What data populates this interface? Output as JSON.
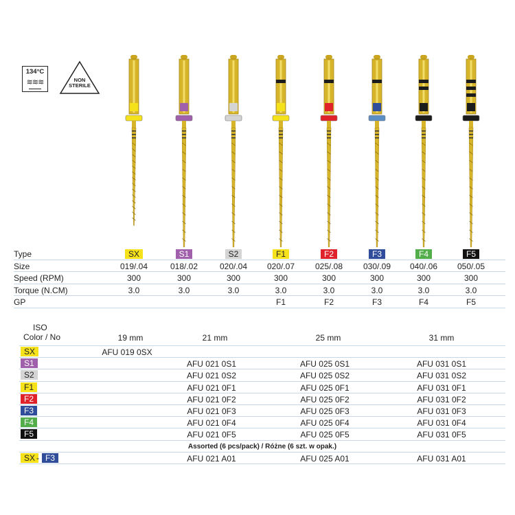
{
  "symbols": {
    "autoclave_temp": "134°C",
    "autoclave_steam": "≋≋≋",
    "nonsterile_line1": "NON",
    "nonsterile_line2": "STERILE"
  },
  "colors": {
    "SX": "#f6e21a",
    "S1": "#a160ac",
    "S2": "#d4d4d4",
    "F1": "#f6e21a",
    "F2": "#e0232b",
    "F3": "#2f4d9a",
    "F4": "#52ad4a",
    "F5": "#111111",
    "gold": "#d7b52a",
    "rule": "#c6d8e8"
  },
  "instruments": [
    {
      "code": "SX",
      "ring": "#f6e21a",
      "collar": "#f6e21a",
      "bands": 0,
      "length": 0.55
    },
    {
      "code": "S1",
      "ring": "#a160ac",
      "collar": "#a160ac",
      "bands": 0,
      "length": 0.95
    },
    {
      "code": "S2",
      "ring": "#d4d4d4",
      "collar": "#d4d4d4",
      "bands": 0,
      "length": 0.95
    },
    {
      "code": "F1",
      "ring": "#f6e21a",
      "collar": "#f6e21a",
      "bands": 1,
      "length": 0.95
    },
    {
      "code": "F2",
      "ring": "#e0232b",
      "collar": "#e0232b",
      "bands": 1,
      "length": 0.95
    },
    {
      "code": "F3",
      "ring": "#2f4d9a",
      "collar": "#5b8ec4",
      "bands": 1,
      "length": 0.95
    },
    {
      "code": "F4",
      "ring": "#1c1c1c",
      "collar": "#1c1c1c",
      "bands": 2,
      "length": 0.95
    },
    {
      "code": "F5",
      "ring": "#1c1c1c",
      "collar": "#1c1c1c",
      "bands": 3,
      "length": 0.95
    }
  ],
  "spec_table": {
    "labels": {
      "type": "Type",
      "size": "Size",
      "speed": "Speed (RPM)",
      "torque": "Torque (N.CM)",
      "gp": "GP"
    },
    "columns": [
      {
        "type": "SX",
        "size": "019/.04",
        "speed": "300",
        "torque": "3.0",
        "gp": ""
      },
      {
        "type": "S1",
        "size": "018/.02",
        "speed": "300",
        "torque": "3.0",
        "gp": ""
      },
      {
        "type": "S2",
        "size": "020/.04",
        "speed": "300",
        "torque": "3.0",
        "gp": ""
      },
      {
        "type": "F1",
        "size": "020/.07",
        "speed": "300",
        "torque": "3.0",
        "gp": "F1"
      },
      {
        "type": "F2",
        "size": "025/.08",
        "speed": "300",
        "torque": "3.0",
        "gp": "F2"
      },
      {
        "type": "F3",
        "size": "030/.09",
        "speed": "300",
        "torque": "3.0",
        "gp": "F3"
      },
      {
        "type": "F4",
        "size": "040/.06",
        "speed": "300",
        "torque": "3.0",
        "gp": "F4"
      },
      {
        "type": "F5",
        "size": "050/.05",
        "speed": "300",
        "torque": "3.0",
        "gp": "F5"
      }
    ]
  },
  "order_table": {
    "iso_line1": "ISO",
    "iso_line2": "Color / No",
    "headers": [
      "19 mm",
      "21 mm",
      "25 mm",
      "31 mm"
    ],
    "rows": [
      {
        "code": "SX",
        "c19": "AFU 019 0SX",
        "c21": "",
        "c25": "",
        "c31": ""
      },
      {
        "code": "S1",
        "c19": "",
        "c21": "AFU 021 0S1",
        "c25": "AFU 025 0S1",
        "c31": "AFU 031 0S1"
      },
      {
        "code": "S2",
        "c19": "",
        "c21": "AFU 021 0S2",
        "c25": "AFU 025 0S2",
        "c31": "AFU 031 0S2"
      },
      {
        "code": "F1",
        "c19": "",
        "c21": "AFU 021 0F1",
        "c25": "AFU 025 0F1",
        "c31": "AFU 031 0F1"
      },
      {
        "code": "F2",
        "c19": "",
        "c21": "AFU 021 0F2",
        "c25": "AFU 025 0F2",
        "c31": "AFU 031 0F2"
      },
      {
        "code": "F3",
        "c19": "",
        "c21": "AFU 021 0F3",
        "c25": "AFU 025 0F3",
        "c31": "AFU 031 0F3"
      },
      {
        "code": "F4",
        "c19": "",
        "c21": "AFU 021 0F4",
        "c25": "AFU 025 0F4",
        "c31": "AFU 031 0F4"
      },
      {
        "code": "F5",
        "c19": "",
        "c21": "AFU 021 0F5",
        "c25": "AFU 025 0F5",
        "c31": "AFU 031 0F5"
      }
    ],
    "assorted_label": "Assorted (6 pcs/pack) / Różne (6 szt. w opak.)",
    "assorted": {
      "from": "SX",
      "sep": "-",
      "to": "F3",
      "c21": "AFU 021 A01",
      "c25": "AFU 025 A01",
      "c31": "AFU 031 A01"
    }
  }
}
